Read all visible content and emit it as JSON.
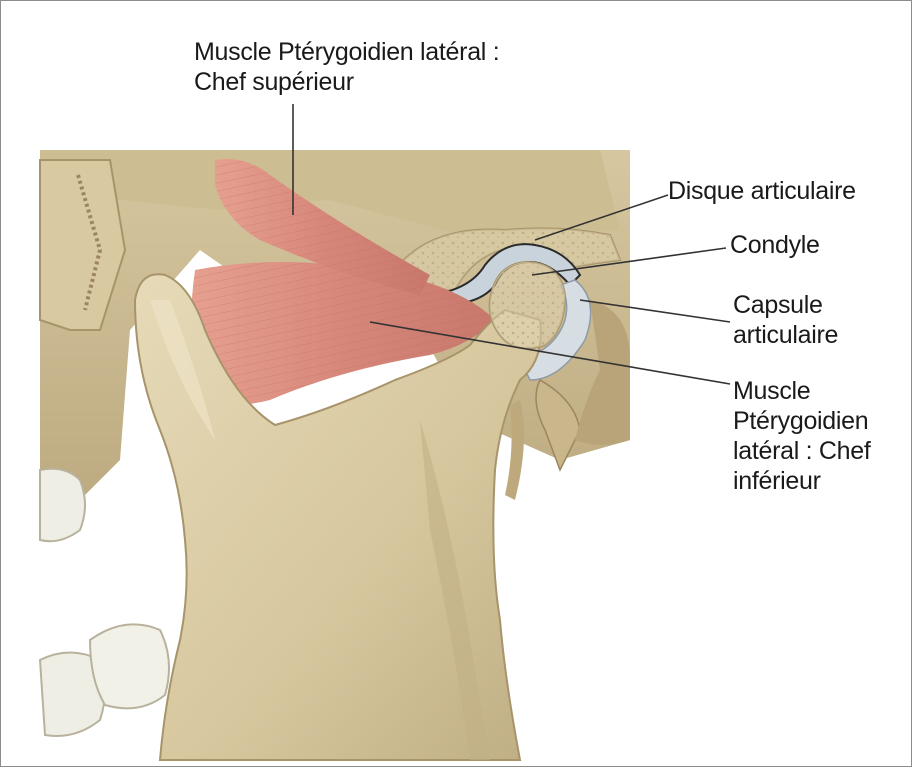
{
  "labels": {
    "superior_head": "Muscle Ptérygoidien latéral :\nChef supérieur",
    "disc": "Disque articulaire",
    "condyle": "Condyle",
    "capsule": "Capsule\narticulaire",
    "inferior_head": "Muscle\nPtérygoidien\nlatéral : Chef\ninférieur"
  },
  "colors": {
    "bone": "#d9cba5",
    "bone_shadow": "#b9a57c",
    "muscle": "#d98b7c",
    "disc": "#c9d3dc",
    "leader_line": "#333333",
    "frame": "#8c8c8c"
  }
}
